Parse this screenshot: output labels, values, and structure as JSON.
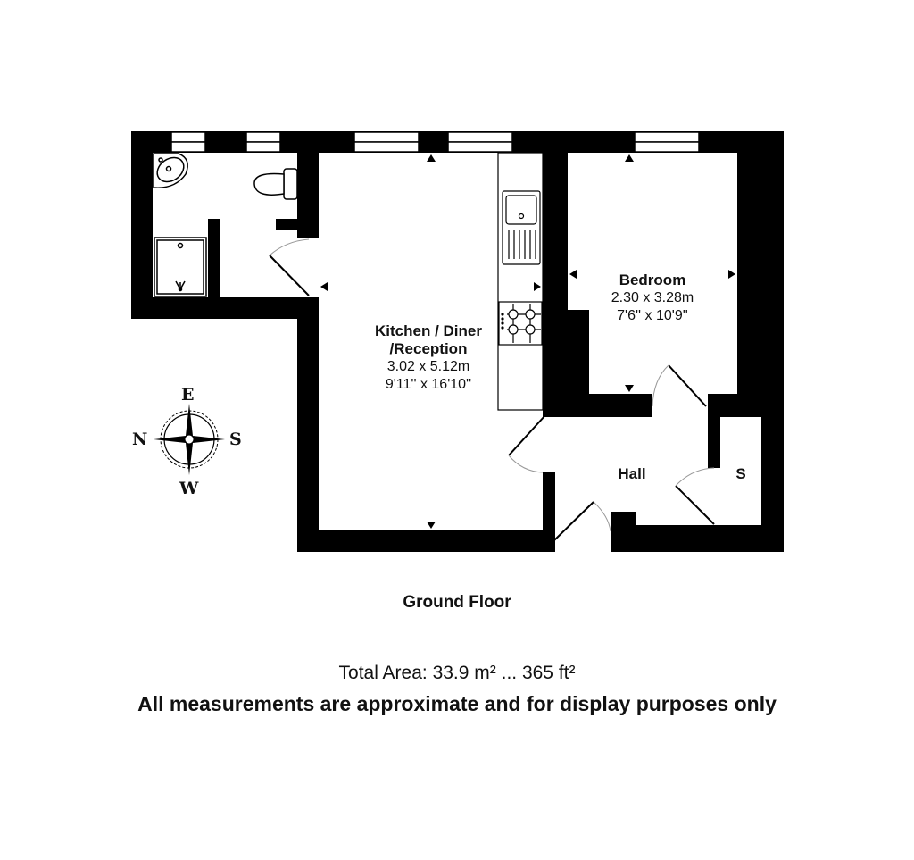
{
  "floor": {
    "title": "Ground Floor",
    "total_area": "Total Area: 33.9 m² ... 365 ft²",
    "disclaimer": "All measurements are approximate and for display purposes only"
  },
  "rooms": {
    "kitchen": {
      "name_line1": "Kitchen / Diner",
      "name_line2": "/Reception",
      "metric": "3.02 x 5.12m",
      "imperial": "9'11'' x 16'10''"
    },
    "bedroom": {
      "name": "Bedroom",
      "metric": "2.30 x 3.28m",
      "imperial": "7'6'' x 10'9''"
    },
    "hall": {
      "name": "Hall"
    },
    "storage": {
      "name": "S"
    }
  },
  "compass": {
    "top": "E",
    "left": "N",
    "right": "S",
    "bottom": "W"
  },
  "colors": {
    "wall": "#000000",
    "background": "#ffffff",
    "door_arc": "#999999"
  }
}
